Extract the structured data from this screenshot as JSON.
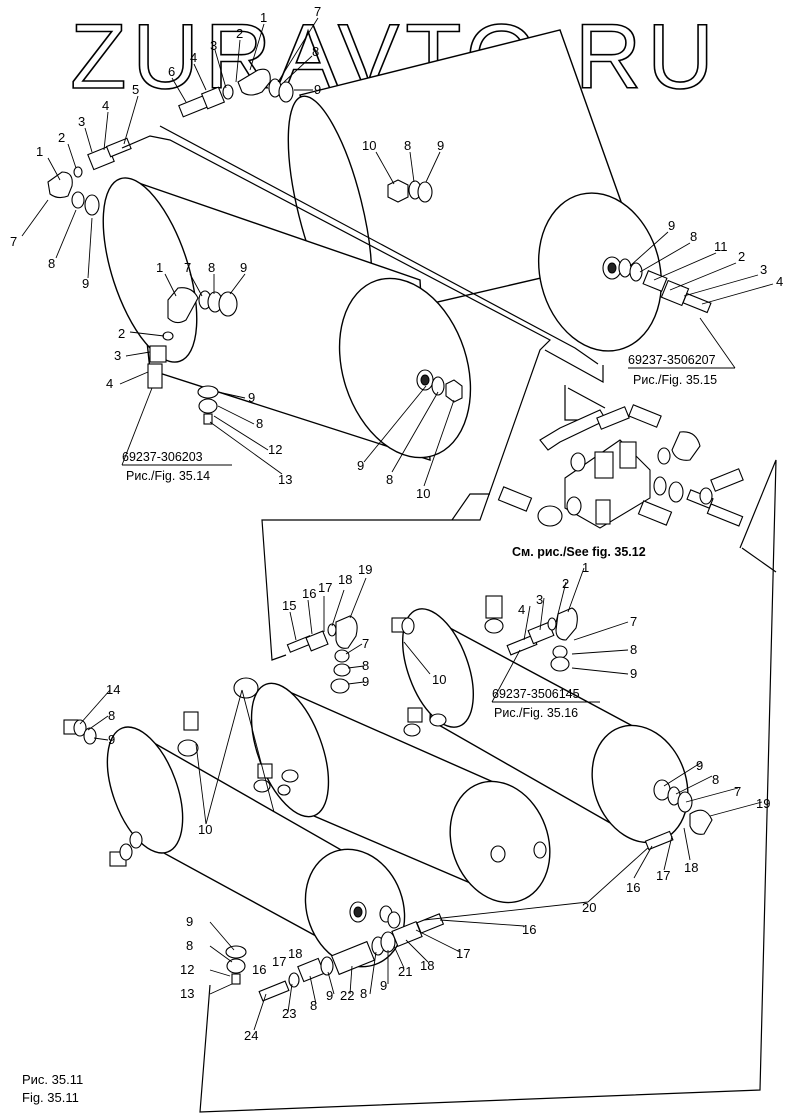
{
  "watermark": "ZURAVTO.RU",
  "figure_caption": {
    "line1": "Рис. 35.11",
    "line2": "Fig. 35.11"
  },
  "references": {
    "ref_35_15": {
      "code": "69237-3506207",
      "fig": "Рис./Fig. 35.15"
    },
    "ref_35_14": {
      "code": "69237-306203",
      "fig": "Рис./Fig. 35.14"
    },
    "ref_35_12": {
      "fig": "См. рис./See fig. 35.12"
    },
    "ref_35_16": {
      "code": "69237-3506145",
      "fig": "Рис./Fig. 35.16"
    }
  },
  "callouts": {
    "t1": {
      "c1": "1",
      "c7": "7",
      "c2": "2",
      "c3": "3",
      "c4": "4",
      "c8": "8",
      "c6": "6",
      "c9": "9"
    },
    "t2": {
      "c10": "10",
      "c8": "8",
      "c9": "9"
    },
    "t3": {
      "c9": "9",
      "c8": "8",
      "c11": "11",
      "c2": "2",
      "c3": "3",
      "c4": "4"
    },
    "t4": {
      "c1": "1",
      "c2": "2",
      "c3": "3",
      "c4": "4",
      "c5": "5",
      "c7": "7",
      "c8": "8",
      "c9": "9"
    },
    "t5": {
      "c1": "1",
      "c7": "7",
      "c8": "8",
      "c9": "9",
      "c2": "2",
      "c3": "3",
      "c4": "4"
    },
    "t6": {
      "c9": "9",
      "c8": "8",
      "c12": "12",
      "c13": "13",
      "c9b": "9",
      "c8b": "8",
      "c10": "10"
    },
    "b1": {
      "c15": "15",
      "c16": "16",
      "c17": "17",
      "c18": "18",
      "c19": "19",
      "c7": "7",
      "c8": "8",
      "c9": "9"
    },
    "b2": {
      "c10": "10",
      "c4": "4",
      "c3": "3",
      "c2": "2",
      "c1": "1",
      "c7": "7",
      "c8": "8",
      "c9": "9"
    },
    "b3": {
      "c14": "14",
      "c8": "8",
      "c9": "9",
      "c10": "10"
    },
    "b4": {
      "c9": "9",
      "c8": "8",
      "c7": "7",
      "c19": "19",
      "c16": "16",
      "c17": "17",
      "c18": "18",
      "c20": "20",
      "c16b": "16",
      "c17b": "17"
    },
    "b5": {
      "c9": "9",
      "c8": "8",
      "c12": "12",
      "c13": "13",
      "c16": "16",
      "c17": "17",
      "c18": "18",
      "c24": "24",
      "c23": "23",
      "c8b": "8",
      "c9b": "9",
      "c22": "22",
      "c8c": "8",
      "c9c": "9",
      "c21": "21",
      "c18b": "18"
    }
  }
}
